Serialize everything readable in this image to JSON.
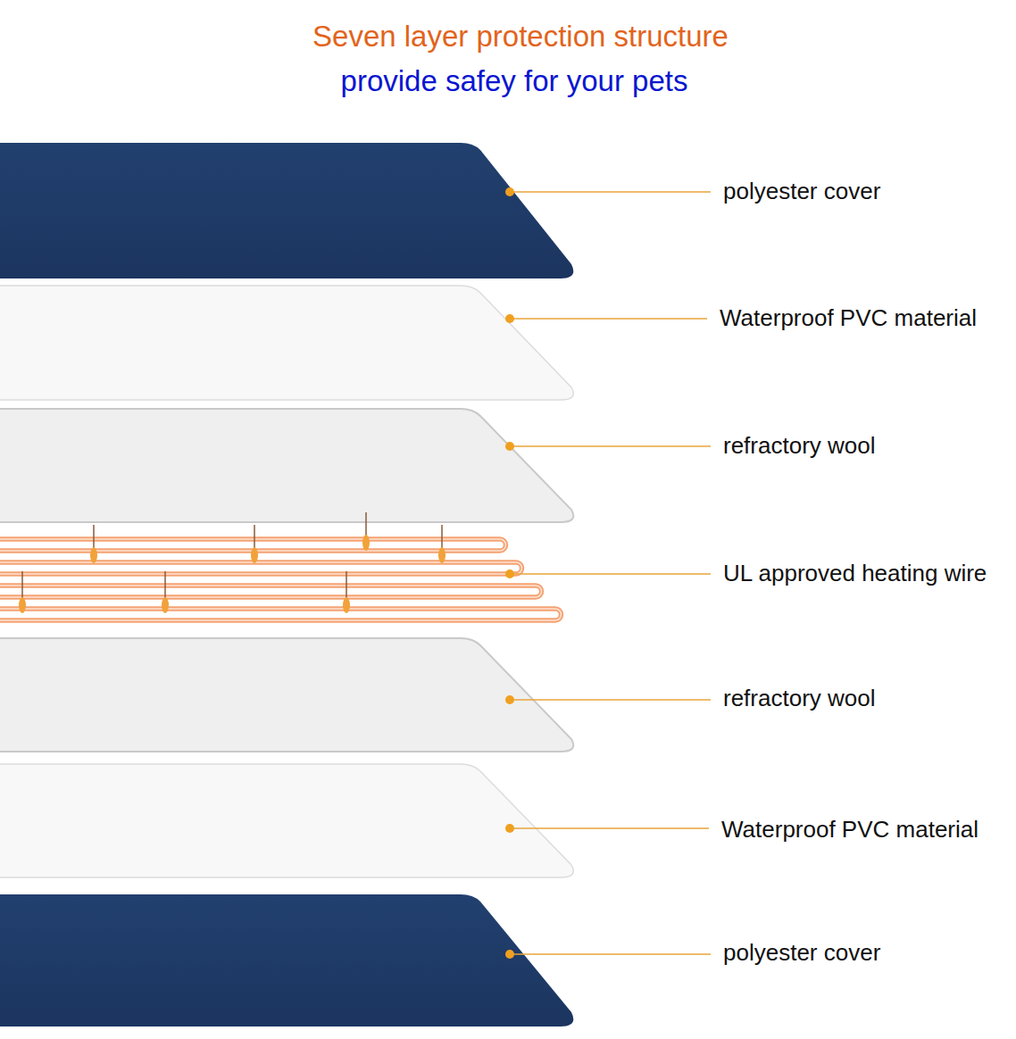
{
  "diagram": {
    "title": "Seven layer protection structure",
    "labels": [
      "provide safey for your pets",
      "polyester cover",
      "Waterproof PVC material",
      "refractory wool",
      "UL approved heating wire",
      "refractory wool",
      "Waterproof PVC material",
      "polyester cover"
    ]
  }
}
